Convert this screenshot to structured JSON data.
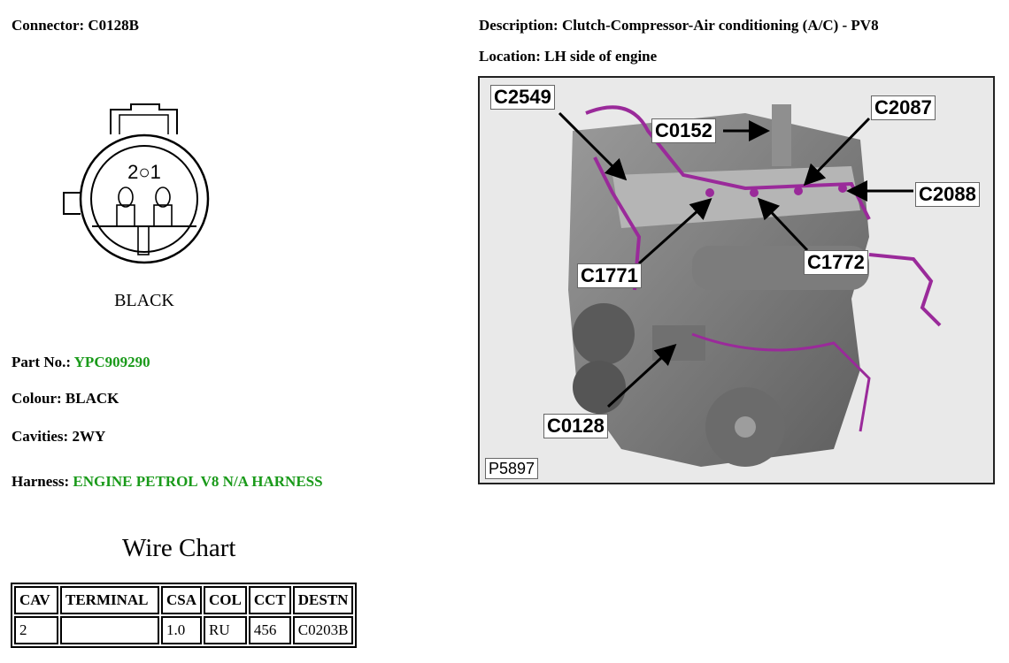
{
  "connector": {
    "label": "Connector:",
    "value": "C0128B",
    "diagram": {
      "cavity_numbers": "2○1",
      "colour_caption": "BLACK"
    }
  },
  "description": {
    "label": "Description:",
    "value": "Clutch-Compressor-Air conditioning (A/C) - PV8"
  },
  "location": {
    "label": "Location:",
    "value": "LH side of engine"
  },
  "part_no": {
    "label": "Part No.:",
    "value": "YPC909290"
  },
  "colour": {
    "label": "Colour:",
    "value": "BLACK"
  },
  "cavities": {
    "label": "Cavities:",
    "value": "2WY"
  },
  "harness": {
    "label": "Harness:",
    "value": "ENGINE PETROL V8 N/A HARNESS"
  },
  "photo": {
    "reference": "P5897",
    "callouts": [
      "C2549",
      "C0152",
      "C2087",
      "C2088",
      "C1772",
      "C1771",
      "C0128"
    ]
  },
  "wire_chart": {
    "title": "Wire Chart",
    "headers": [
      "CAV",
      "TERMINAL",
      "CSA",
      "COL",
      "CCT",
      "DESTN"
    ],
    "rows": [
      [
        "2",
        "",
        "1.0",
        "RU",
        "456",
        "C0203B"
      ]
    ]
  },
  "colors": {
    "link_green": "#1a9a1a",
    "harness_purple": "#9a2a9a"
  }
}
